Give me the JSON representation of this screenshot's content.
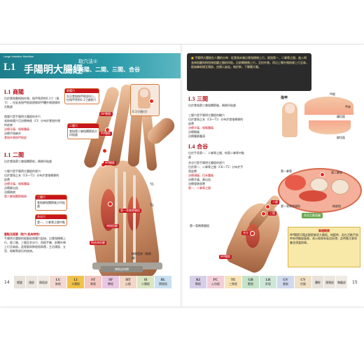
{
  "left": {
    "header_sub": "Large Intestine Meridian",
    "code": "L1",
    "title": "手陽明大腸經",
    "tag": "取穴法①",
    "points": "商陽、二間、三間、合谷",
    "s1_code": "L1",
    "s1_title": "商陽",
    "s1_loc": "位於食指靠拇指外側，指甲角旁約0.1寸（指寸），在延長指甲根部邊緣與甲體外側邊緣的交點處",
    "s1_sub": "商陽穴是手陽明大腸經的井穴",
    "s1_lines": [
      "長按商陽穴可治療神經（CI）分布於食指外側的疾病",
      "治療牙痛、咽喉腫痛",
      "治療手指麻木"
    ],
    "s1_red": "食指外側指甲根部",
    "bubble1_h": "商陽穴",
    "bubble1_b": "先沿食指指甲根部向上，在指甲旁約0.1寸處取穴",
    "bubble2_h": "二間穴",
    "bubble2_b": "食指第二掌指關節前方凹陷處",
    "thumb_label": "0.1寸(指寸)",
    "s2_code": "L1",
    "s2_title": "二間",
    "s2_loc": "位於食指第二掌指關節前，橈側凹陷處",
    "s2_sub": "二間穴是手陽明大腸經的滎穴",
    "s2_lines": [
      "位於食指之末（CS～T1）分布於食指橈側的皮膚",
      "治療牙痛、咽喉腫痛",
      "治療鼻出血",
      "治療熱病"
    ],
    "s2_red": "第二掌指關節橈側",
    "bubble3_h": "三間穴",
    "bubble3_b": "食指掌指關節後方凹陷處",
    "bubble4_h": "合谷穴",
    "bubble4_b": "第一、二掌骨之間中點",
    "body_title": "重點及提要（取穴·肌肉特性）",
    "body_text": "手陽明大腸經的經脈從商陽穴起始，沿食指橈側上行，經二間、三間至合谷穴，再經手腕、前臂外側上行至肩部。此經脈與肺經相表裡，主治頭面、五官、咽喉等部位的疾病。",
    "labels": [
      "DIP關節",
      "PIP關節",
      "MP關節",
      "第一背側骨間肌",
      "伸指肌腱",
      "拇長伸肌腱",
      "伸肌支持帶",
      "橈骨莖突（橈骨端）"
    ],
    "half1": "½",
    "half2": "½",
    "bottom_bar": "伸肌支持帶"
  },
  "right": {
    "note": "手陽明大腸經在人體的分佈：從食指末端沿食指橈側上行，經過第一、二掌骨之間，進入拇長伸肌腱與拇短伸肌腱之間的凹陷，沿前臂橈側上行，至肘外側，再沿上臂外側前緣上行至肩，經肩峰前緣至頸部，由頸入缺盆，絡於肺，下膈屬大腸。",
    "s3_code": "L3",
    "s3_title": "三間",
    "s3_loc": "位於食指第二掌指關節後，橈側凹陷處",
    "s3_sub": "三間穴是手陽明大腸經的輸穴",
    "s3_lines": [
      "位於食指之末（CS～T1）分布於食指橈側的皮膚",
      "治療牙痛、咽喉腫痛",
      "治療眼痛",
      "治療腹脹腹瀉"
    ],
    "s4_code": "L4",
    "s4_title": "合谷",
    "s4_loc": "位於手背第一、二掌骨之間，約第二掌骨中點處",
    "s4_sub": "合谷穴是手陽明大腸經的原穴",
    "s4_lines": [
      "位於第一、二掌骨之間（C6～T1）分布於手背皮膚",
      "治療頭痛、目赤腫痛",
      "治療牙痛、鼻出血",
      "治療發熱惡寒"
    ],
    "s4_red": "第一、二掌骨之間",
    "finger_title": "指甲",
    "top_labels": [
      "甲根",
      "甲床",
      "橫切面",
      "縱切面"
    ],
    "circle_title": "合谷之斷面圖",
    "circle_labels": [
      "第一背側骨間肌",
      "拇收肌",
      "第二掌骨",
      "第一掌骨"
    ],
    "yel_title": "筆隨觀察",
    "yel_text": "MP關節可藉此觀察掌背大腸經。按壓時，若在活動手指時有明顯痠痛感，表示經絡有氣血瘀滯，此時應注意保養並適當按摩。",
    "hand_labels": [
      "MP關節",
      "合谷",
      "第一背側骨間肌",
      "三間",
      "二間"
    ]
  },
  "meridians": [
    {
      "code": "LU",
      "name": "肺經",
      "color": "#f4d9d3"
    },
    {
      "code": "LI",
      "name": "大腸經",
      "color": "#f2c34a"
    },
    {
      "code": "ST",
      "name": "胃經",
      "color": "#f5c8c2"
    },
    {
      "code": "SP",
      "name": "脾經",
      "color": "#e9c7e1"
    },
    {
      "code": "HT",
      "name": "心經",
      "color": "#f3d7c7"
    },
    {
      "code": "SI",
      "name": "小腸經",
      "color": "#dbe6c2"
    },
    {
      "code": "BL",
      "name": "膀胱經",
      "color": "#c9e0ef"
    }
  ],
  "meridians_right": [
    {
      "code": "KI",
      "name": "腎經",
      "color": "#d7cfe8"
    },
    {
      "code": "PC",
      "name": "心包經",
      "color": "#f2cfd9"
    },
    {
      "code": "TE",
      "name": "三焦經",
      "color": "#f9e4b8"
    },
    {
      "code": "GB",
      "name": "膽經",
      "color": "#c5e3c9"
    },
    {
      "code": "LR",
      "name": "肝經",
      "color": "#cfe7d9"
    },
    {
      "code": "GV",
      "name": "督脈",
      "color": "#d0d9ee"
    },
    {
      "code": "CV",
      "name": "任脈",
      "color": "#f0e0c5"
    }
  ],
  "side_left": [
    "總論",
    "頭部",
    "顏面部"
  ],
  "side_right": [
    "體幹",
    "頭頸部",
    "胸腹部"
  ],
  "page_left": "14",
  "page_right": "15"
}
